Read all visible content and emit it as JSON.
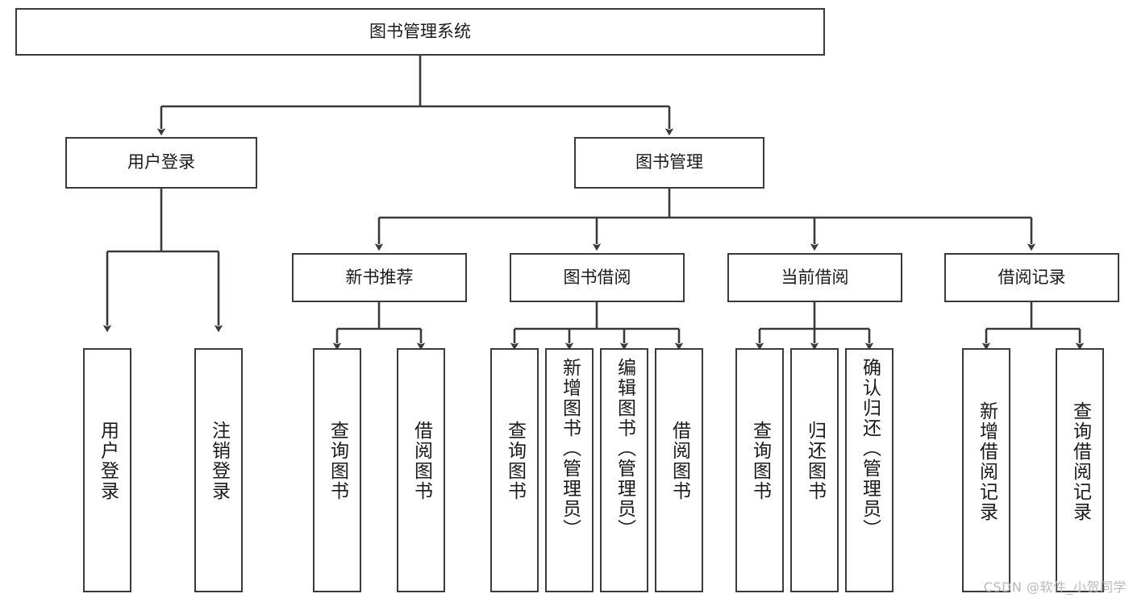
{
  "diagram": {
    "title": "图书管理系统",
    "type": "tree-hierarchy-chart",
    "watermark": "CSDN @软件_小贺同学",
    "colors": {
      "stroke": "#3a3a3a",
      "text": "#1a1a1a",
      "background": "#ffffff",
      "watermark": "#b9b9b9"
    },
    "nodes": {
      "root": {
        "label": "图书管理系统"
      },
      "level2": [
        {
          "label": "用户登录"
        },
        {
          "label": "图书管理"
        }
      ],
      "level3": [
        {
          "label": "新书推荐"
        },
        {
          "label": "图书借阅"
        },
        {
          "label": "当前借阅"
        },
        {
          "label": "借阅记录"
        }
      ],
      "leaves": {
        "user_login": [
          {
            "label": "用户登录"
          },
          {
            "label": "注销登录"
          }
        ],
        "new_book_recommend": [
          {
            "label": "查询图书"
          },
          {
            "label": "借阅图书"
          }
        ],
        "book_borrow": [
          {
            "label": "查询图书"
          },
          {
            "label": "新增图书（管理员）"
          },
          {
            "label": "编辑图书（管理员）"
          },
          {
            "label": "借阅图书"
          }
        ],
        "current_borrow": [
          {
            "label": "查询图书"
          },
          {
            "label": "归还图书"
          },
          {
            "label": "确认归还（管理员）"
          }
        ],
        "borrow_record": [
          {
            "label": "新增借阅记录"
          },
          {
            "label": "查询借阅记录"
          }
        ]
      }
    }
  }
}
